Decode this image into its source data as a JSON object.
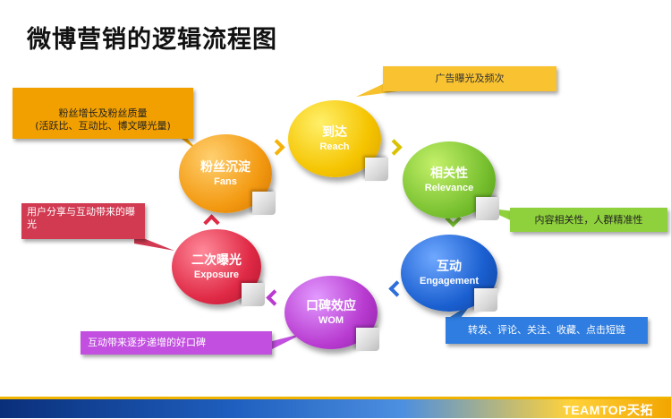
{
  "title": "微博营销的逻辑流程图",
  "nodes": {
    "reach": {
      "cn": "到达",
      "en": "Reach",
      "color": "#f5c400"
    },
    "relevance": {
      "cn": "相关性",
      "en": "Relevance",
      "color": "#7ac231"
    },
    "engagement": {
      "cn": "互动",
      "en": "Engagement",
      "color": "#1a5fd0"
    },
    "wom": {
      "cn": "口碑效应",
      "en": "WOM",
      "color": "#b83bd0"
    },
    "exposure": {
      "cn": "二次曝光",
      "en": "Exposure",
      "color": "#e02a46"
    },
    "fans": {
      "cn": "粉丝沉淀",
      "en": "Fans",
      "color": "#f39a12"
    }
  },
  "callouts": {
    "reach": "广告曝光及频次",
    "relevance": "内容相关性，人群精准性",
    "engagement": "转发、评论、关注、收藏、点击短链",
    "wom": "互动带来逐步递增的好口碑",
    "exposure": "用户分享与互动带来的曝光",
    "fans": "粉丝增长及粉丝质量\n(活跃比、互动比、博文曝光量)"
  },
  "footer": {
    "brand": "TEAMTOP天拓"
  }
}
